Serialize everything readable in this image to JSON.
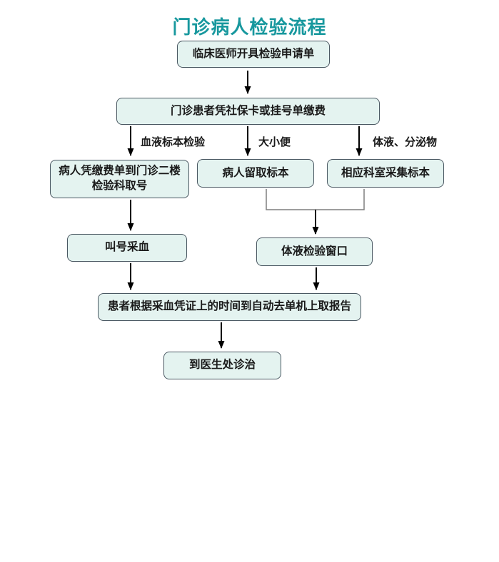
{
  "title": "门诊病人检验流程",
  "colors": {
    "title_color": "#18989e",
    "node_fill": "#e4f3f0",
    "node_border": "#4a5862",
    "text_color": "#1a1a1a",
    "arrow_color": "#000000",
    "bracket_color": "#7f7f7f"
  },
  "nodes": [
    {
      "id": "request",
      "label": "临床医师开具检验申请单"
    },
    {
      "id": "pay",
      "label": "门诊患者凭社保卡或挂号单缴费"
    },
    {
      "id": "blood-queue",
      "label": "病人凭缴费单到门诊二楼\n检验科取号"
    },
    {
      "id": "sample",
      "label": "病人留取标本"
    },
    {
      "id": "collect",
      "label": "相应科室采集标本"
    },
    {
      "id": "call",
      "label": "叫号采血"
    },
    {
      "id": "window",
      "label": "体液检验窗口"
    },
    {
      "id": "report",
      "label": "患者根据采血凭证上的时间到自动去单机上取报告"
    },
    {
      "id": "doctor",
      "label": "到医生处诊治"
    }
  ],
  "edge_labels": [
    {
      "id": "blood",
      "label": "血液标本检验"
    },
    {
      "id": "stool",
      "label": "大小便"
    },
    {
      "id": "fluid",
      "label": "体液、分泌物"
    }
  ]
}
